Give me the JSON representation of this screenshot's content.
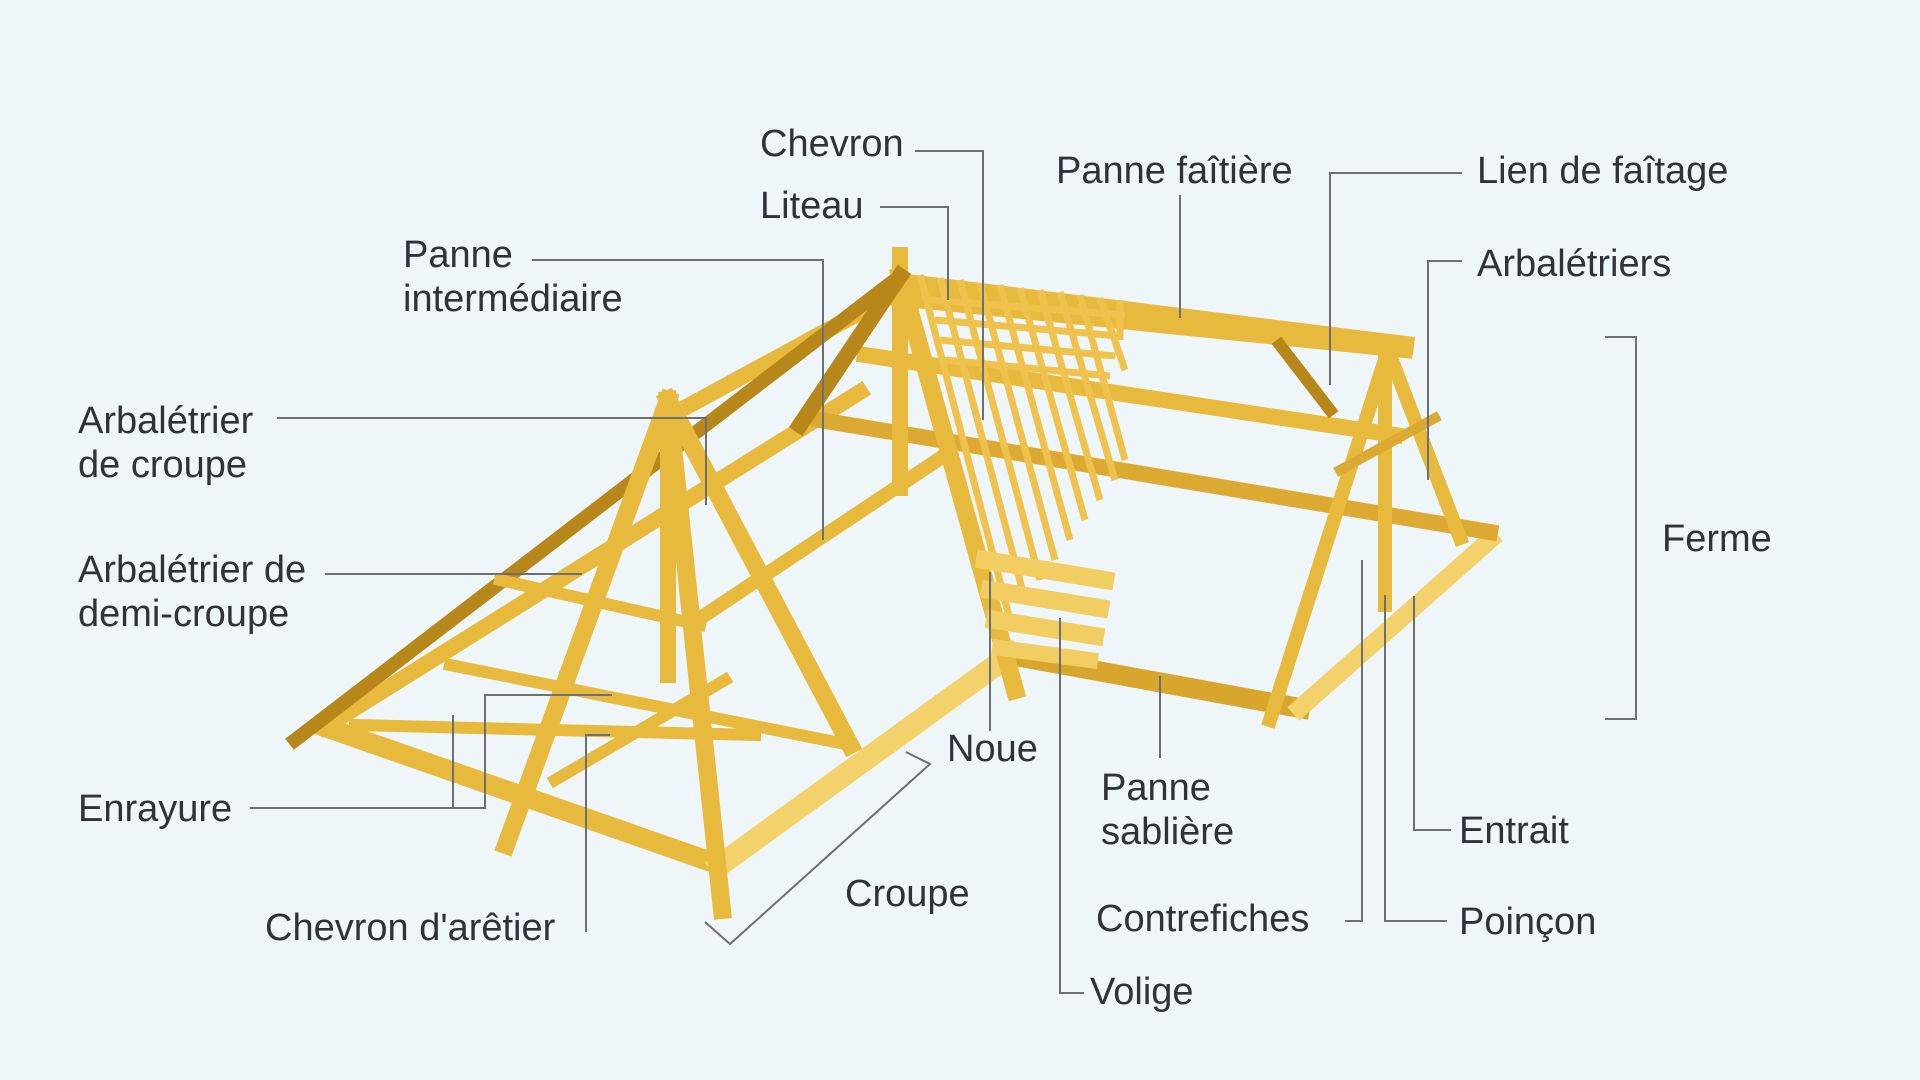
{
  "diagram": {
    "colors": {
      "background": "#eef6f9",
      "timber_main": "#e7b93c",
      "timber_light": "#f4d26b",
      "timber_dark": "#b88719",
      "label_text": "#2f3237",
      "leader_line": "#6c6f73"
    },
    "labels": {
      "chevron": "Chevron",
      "liteau": "Liteau",
      "panne_faitiere": "Panne faîtière",
      "lien_de_faitage": "Lien de faîtage",
      "arbaletriers": "Arbalétriers",
      "panne_intermediaire": "Panne\nintermédiaire",
      "arbaletrier_de_croupe": "Arbalétrier\nde croupe",
      "arbaletrier_demi_croupe": "Arbalétrier de\ndemi-croupe",
      "enrayure": "Enrayure",
      "chevron_arretier": "Chevron d'arêtier",
      "croupe": "Croupe",
      "noue": "Noue",
      "panne_sabliere": "Panne\nsablière",
      "contrefiches": "Contrefiches",
      "volige": "Volige",
      "ferme": "Ferme",
      "entrait": "Entrait",
      "poincon": "Poinçon"
    }
  }
}
